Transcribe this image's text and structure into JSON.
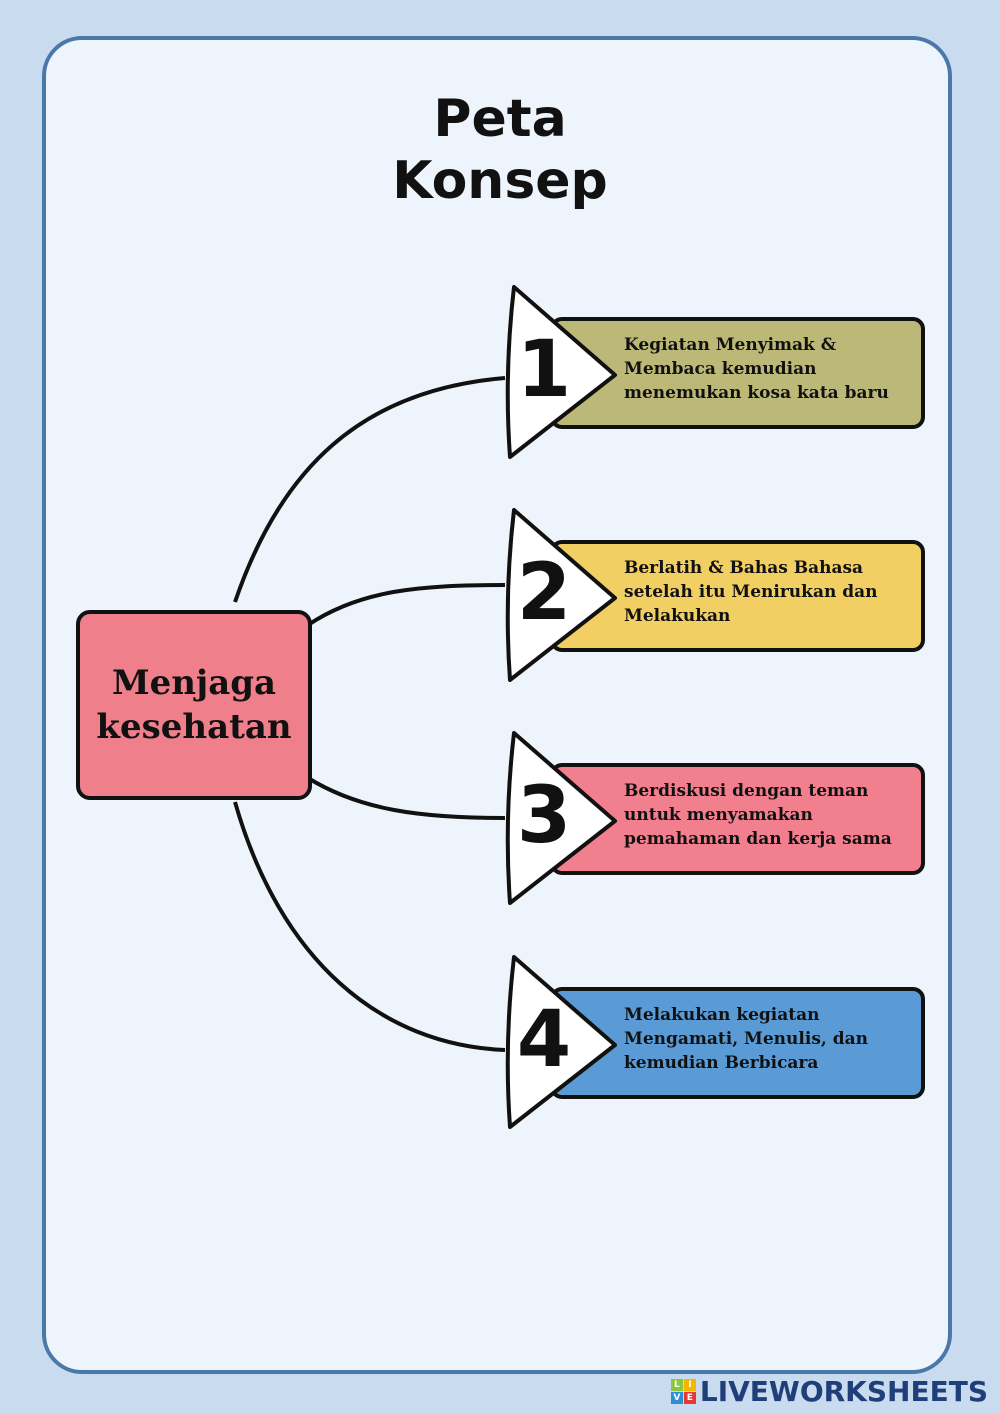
{
  "title": {
    "line1": "Peta",
    "line2": "Konsep"
  },
  "center_topic": "Menjaga kesehatan",
  "items": [
    {
      "number": "1",
      "text": "Kegiatan Menyimak & Membaca kemudian menemukan kosa kata baru",
      "color": "#bcb978"
    },
    {
      "number": "2",
      "text": "Berlatih & Bahas Bahasa setelah itu Menirukan dan Melakukan",
      "color": "#f1cf62"
    },
    {
      "number": "3",
      "text": "Berdiskusi dengan teman untuk menyamakan pemahaman dan kerja sama",
      "color": "#f27f8e"
    },
    {
      "number": "4",
      "text": "Melakukan kegiatan Mengamati, Menulis, dan kemudian Berbicara",
      "color": "#5b9bd5"
    }
  ],
  "watermark": "LIVEWORKSHEETS"
}
